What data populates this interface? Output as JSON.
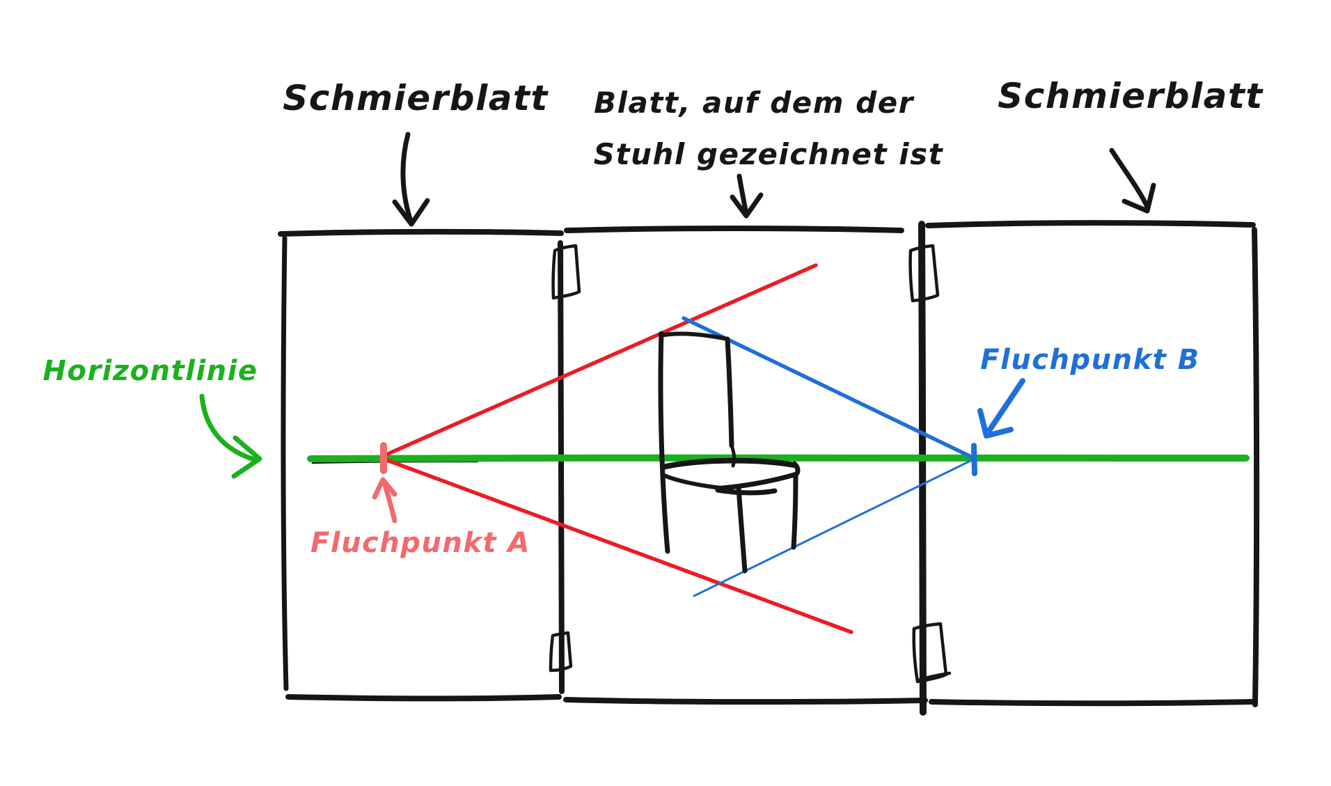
{
  "labels": {
    "sheet_left": "Schmierblatt",
    "sheet_center_line1": "Blatt, auf dem der",
    "sheet_center_line2": "Stuhl gezeichnet ist",
    "sheet_right": "Schmierblatt",
    "horizon_line": "Horizontlinie",
    "vanishing_point_a": "Fluchpunkt A",
    "vanishing_point_b": "Fluchpunkt B"
  },
  "colors": {
    "ink": "#161616",
    "green": "#1bb11d",
    "red": "#ec1c24",
    "salmon": "#f4696e",
    "blue": "#1e70d8",
    "background": "#ffffff"
  }
}
